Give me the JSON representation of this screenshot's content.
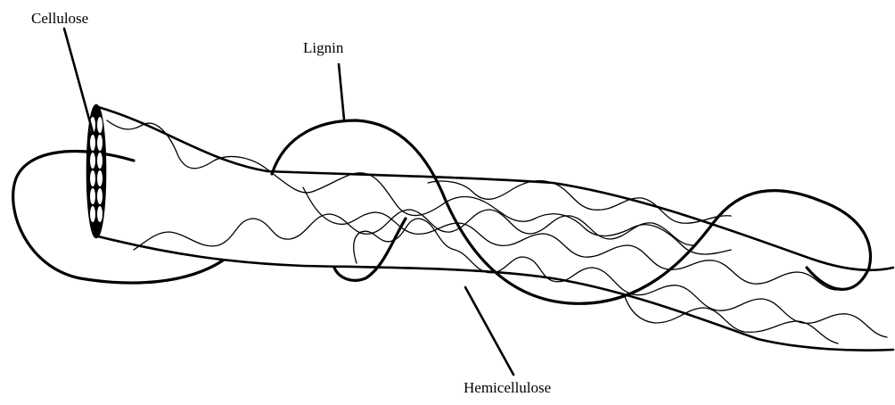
{
  "labels": {
    "cellulose": "Cellulose",
    "lignin": "Lignin",
    "hemicellulose": "Hemicellulose"
  }
}
